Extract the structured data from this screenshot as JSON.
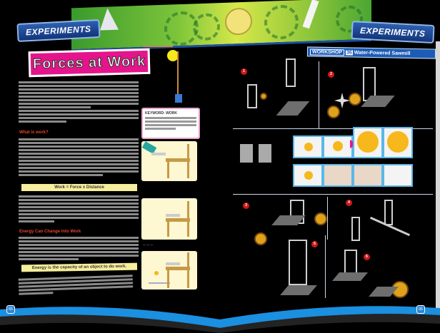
{
  "header": {
    "left_badge": "EXPERIMENTS",
    "right_badge": "EXPERIMENTS",
    "ribbon_colors": [
      "#3a9a2c",
      "#d6e84a",
      "#1d4fa0"
    ]
  },
  "left_page": {
    "title": "Forces at Work",
    "title_color": "#e6148c",
    "subheads": [
      "What is work?",
      "Energy Can Change into Work"
    ],
    "formula_1": "Work = Force x Distance",
    "formula_2": "Energy is the capacity of an object to do work.",
    "keyword_box": {
      "heading": "KEYWORD: WORK"
    },
    "page_number": "65"
  },
  "right_page": {
    "workshop": {
      "label": "WORKSHOP",
      "number": "36",
      "title": "Water-Powered Sawmill"
    },
    "steps": [
      "1",
      "2",
      "3",
      "4",
      "5",
      "6"
    ],
    "page_number": "66"
  },
  "colors": {
    "accent_blue": "#2a86d6",
    "step_red": "#d01818",
    "formula_yellow": "#f6ee9c"
  }
}
